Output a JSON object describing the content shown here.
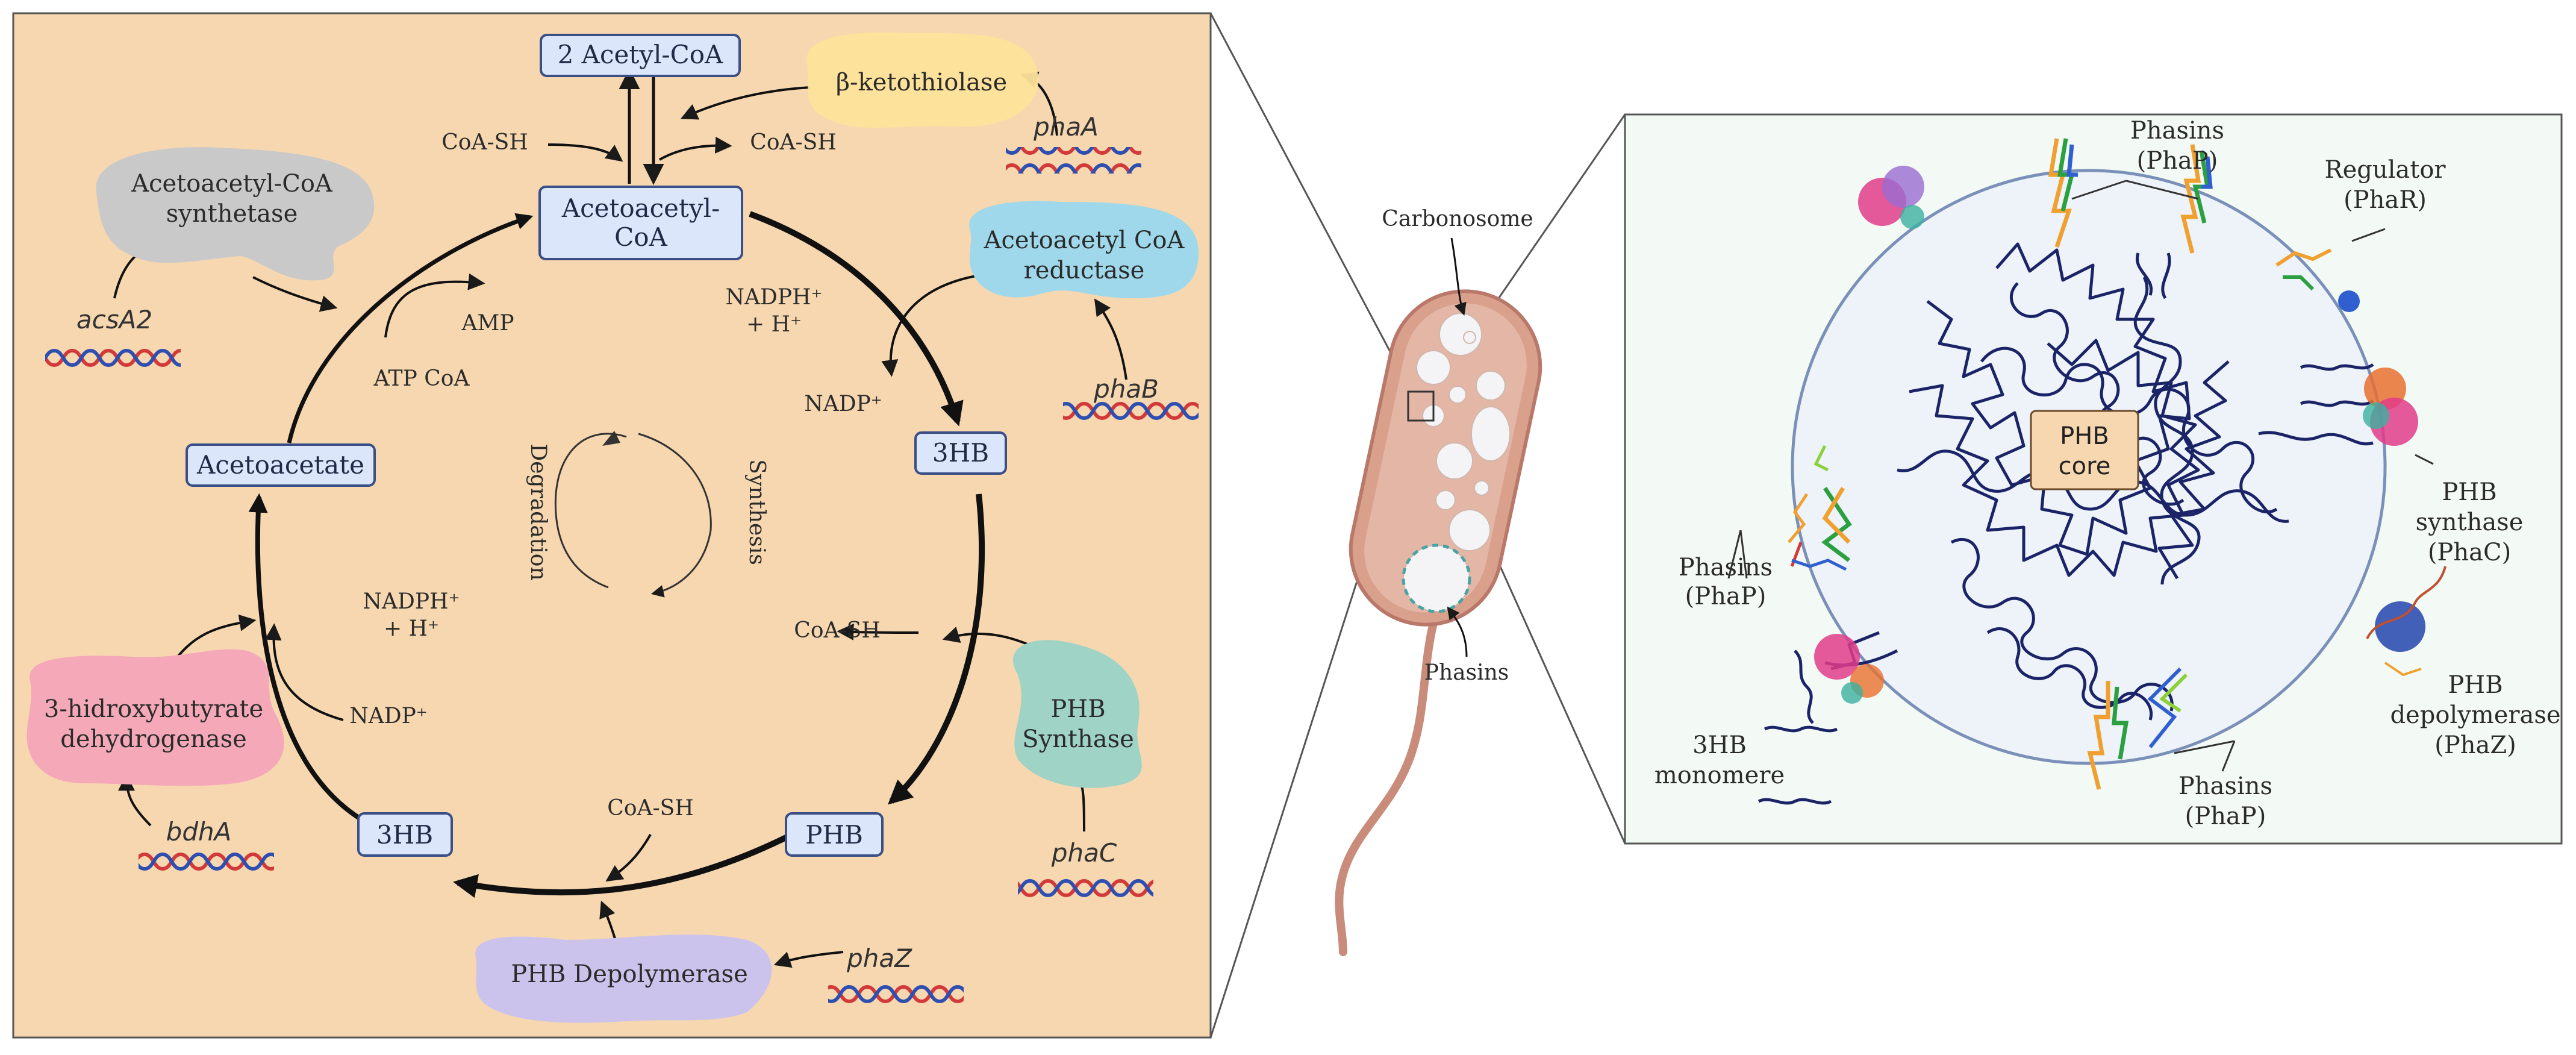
{
  "left_panel": {
    "metabolites": {
      "acetyl_coa": "2 Acetyl-CoA",
      "acetoacetyl_coa_line1": "Acetoacetyl-",
      "acetoacetyl_coa_line2": "CoA",
      "hb3_right": "3HB",
      "phb": "PHB",
      "hb3_left": "3HB",
      "acetoacetate": "Acetoacetate"
    },
    "enzymes": {
      "ketothiolase": "β-ketothiolase",
      "acetoacetyl_synthetase_line1": "Acetoacetyl-CoA",
      "acetoacetyl_synthetase_line2": "synthetase",
      "reductase_line1": "Acetoacetyl CoA",
      "reductase_line2": "reductase",
      "phb_synthase_line1": "PHB",
      "phb_synthase_line2": "Synthase",
      "phb_depolymerase": "PHB Depolymerase",
      "dehydrogenase_line1": "3-hidroxybutyrate",
      "dehydrogenase_line2": "dehydrogenase"
    },
    "genes": {
      "phaA": "phaA",
      "acsA2": "acsA2",
      "phaB": "phaB",
      "phaC": "phaC",
      "phaZ": "phaZ",
      "bdhA": "bdhA"
    },
    "cofactors": {
      "coash_left": "CoA-SH",
      "coash_right": "CoA-SH",
      "amp": "AMP",
      "atp_coa": "ATP CoA",
      "nadph_top_line1": "NADPH⁺",
      "nadph_top_line2": "+ H⁺",
      "nadp_top": "NADP⁺",
      "coash_mid": "CoA-SH",
      "coash_bottom": "CoA-SH",
      "nadph_left_line1": "NADPH⁺",
      "nadph_left_line2": "+ H⁺",
      "nadp_left": "NADP⁺"
    },
    "cycle": {
      "degradation": "Degradation",
      "synthesis": "Synthesis"
    }
  },
  "middle": {
    "carbonosome": "Carbonosome",
    "phasins": "Phasins"
  },
  "right_panel": {
    "phasins_top_line1": "Phasins",
    "phasins_top_line2": "(PhaP)",
    "regulator_line1": "Regulator",
    "regulator_line2": "(PhaR)",
    "phb_core_line1": "PHB",
    "phb_core_line2": "core",
    "phasins_left_line1": "Phasins",
    "phasins_left_line2": "(PhaP)",
    "synthase_line1": "PHB",
    "synthase_line2": "synthase",
    "synthase_line3": "(PhaC)",
    "monomere_line1": "3HB",
    "monomere_line2": "monomere",
    "phasins_bottom_line1": "Phasins",
    "phasins_bottom_line2": "(PhaP)",
    "depolymerase_line1": "PHB",
    "depolymerase_line2": "depolymerase",
    "depolymerase_line3": "(PhaZ)"
  },
  "colors": {
    "left_background": "#f6d7b0",
    "metabolite_box": "#dbe6fb",
    "metabolite_border": "#3a4f86",
    "ketothiolase": "#fde39a",
    "synthetase": "#c9c9c9",
    "reductase": "#9fd8ea",
    "phb_synthase": "#9fd3c6",
    "depolymerase": "#cbc3ec",
    "dehydrogenase": "#f5a9b8",
    "granule": "#eef2f9",
    "core_box": "#f6d7b0",
    "polymer": "#1a2466",
    "bacterium": "#d9a08c"
  }
}
